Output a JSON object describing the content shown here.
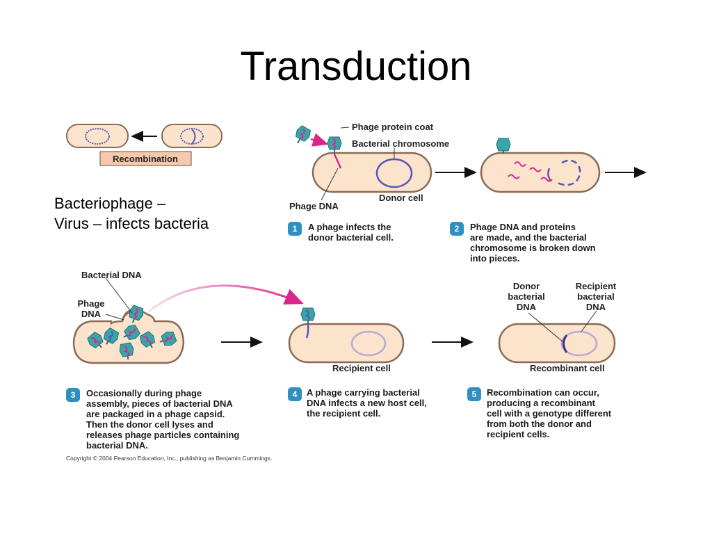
{
  "title": "Transduction",
  "notes": [
    "Bacteriophage –",
    "Virus – infects bacteria"
  ],
  "labels": {
    "recombination": "Recombination",
    "phage_protein_coat": "Phage protein coat",
    "bacterial_chromosome": "Bacterial chromosome",
    "phage_dna_top": "Phage DNA",
    "donor_cell": "Donor cell",
    "bacterial_dna": "Bacterial DNA",
    "phage_dna_left": [
      "Phage",
      "DNA"
    ],
    "recipient_cell": "Recipient cell",
    "donor_bacterial_dna": [
      "Donor",
      "bacterial",
      "DNA"
    ],
    "recipient_bacterial_dna": [
      "Recipient",
      "bacterial",
      "DNA"
    ],
    "recombinant_cell": "Recombinant cell"
  },
  "steps": [
    {
      "num": "1",
      "lines": [
        "A phage infects the",
        "donor bacterial cell."
      ]
    },
    {
      "num": "2",
      "lines": [
        "Phage DNA and proteins",
        "are made, and the bacterial",
        "chromosome is broken down",
        "into pieces."
      ]
    },
    {
      "num": "3",
      "lines": [
        "Occasionally during phage",
        "assembly, pieces of bacterial DNA",
        "are packaged in a phage capsid.",
        "Then the donor cell lyses and",
        "releases phage particles containing",
        "bacterial DNA."
      ]
    },
    {
      "num": "4",
      "lines": [
        "A phage carrying bacterial",
        "DNA infects a new host cell,",
        "the recipient cell."
      ]
    },
    {
      "num": "5",
      "lines": [
        "Recombination can occur,",
        "producing a recombinant",
        "cell with a genotype different",
        "from both the donor and",
        "recipient cells."
      ]
    }
  ],
  "copyright": "Copyright © 2004 Pearson Education, Inc., publishing as Benjamin Cummings.",
  "colors": {
    "cell_fill": "#fbe3cc",
    "cell_stroke": "#8a6a55",
    "chromosome": "#5a55b5",
    "recipient_chromosome": "#b7a9d8",
    "phage": "#3aa4a8",
    "phage_dna": "#d9268a",
    "step_badge": "#2f8fc0",
    "recombination_box": "#f7c8a9"
  }
}
